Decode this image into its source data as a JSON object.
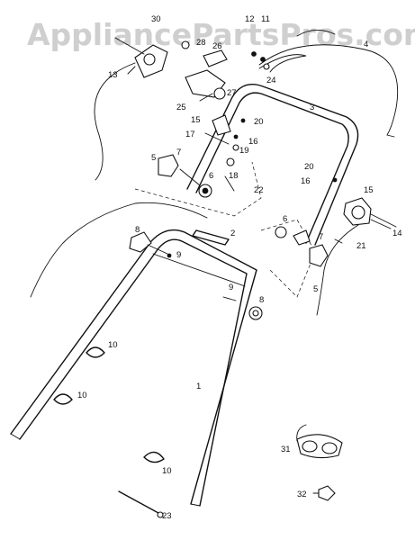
{
  "watermark": "AppliancePartsPros.com",
  "callouts": {
    "p1": "1",
    "p2": "2",
    "p3": "3",
    "p4": "4",
    "p5a": "5",
    "p5b": "5",
    "p6a": "6",
    "p6b": "6",
    "p7a": "7",
    "p7b": "7",
    "p8a": "8",
    "p8b": "8",
    "p9a": "9",
    "p9b": "9",
    "p10a": "10",
    "p10b": "10",
    "p10c": "10",
    "p11": "11",
    "p12": "12",
    "p13": "13",
    "p14": "14",
    "p15a": "15",
    "p15b": "15",
    "p16a": "16",
    "p16b": "16",
    "p17": "17",
    "p18": "18",
    "p19": "19",
    "p20a": "20",
    "p20b": "20",
    "p21": "21",
    "p22": "22",
    "p23": "23",
    "p24": "24",
    "p25": "25",
    "p26": "26",
    "p27": "27",
    "p28": "28",
    "p30": "30",
    "p31": "31",
    "p32": "32"
  }
}
